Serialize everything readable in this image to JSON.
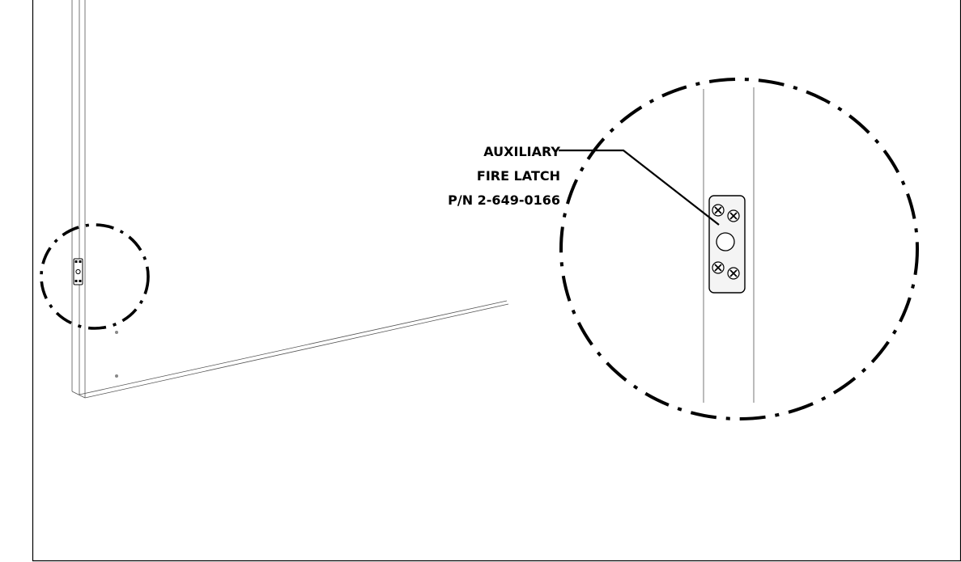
{
  "callout": {
    "line1": "AUXILIARY",
    "line2": "FIRE LATCH",
    "line3": "P/N 2-649-0166"
  },
  "colors": {
    "ink": "#000000",
    "panel_edge": "#555555",
    "plate_fill": "#f4f4f4",
    "background": "#ffffff"
  },
  "icons": {
    "latch_plate": "latch-plate-icon",
    "screw": "phillips-screw-icon",
    "detail_marker": "dash-dot-circle-icon"
  }
}
